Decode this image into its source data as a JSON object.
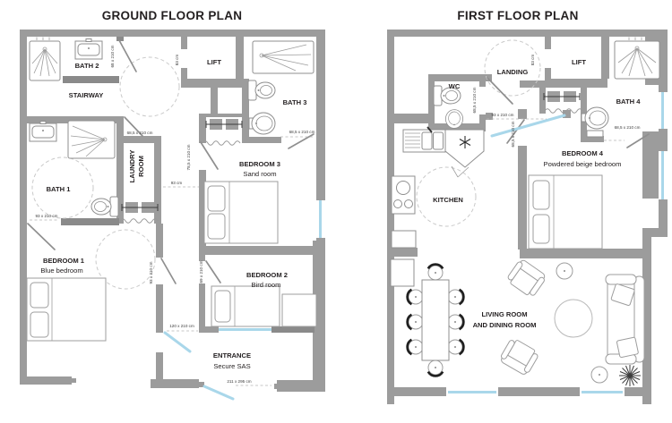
{
  "colors": {
    "wall": "#9c9c9c",
    "wall_dark": "#8a8a8a",
    "glazing_blue": "#a9d7ea",
    "text": "#231f20",
    "dashed_guide": "#c9c9c9"
  },
  "gf": {
    "title": "GROUND FLOOR PLAN",
    "rooms": {
      "bath2": "BATH 2",
      "stairway": "STAIRWAY",
      "lift": "LIFT",
      "bath3": "BATH 3",
      "bath1": "BATH 1",
      "laundry1": "LAUNDRY",
      "laundry2": "ROOM",
      "bedroom3": "BEDROOM 3",
      "bedroom3_sub": "Sand room",
      "bedroom1": "BEDROOM 1",
      "bedroom1_sub": "Blue bedroom",
      "bedroom2": "BEDROOM 2",
      "bedroom2_sub": "Bird room",
      "entrance": "ENTRANCE",
      "entrance_sub": "Secure SAS"
    },
    "dims": {
      "stair_door": "68 x 210 cm",
      "lift_opening": "83 cm",
      "laundry_door": "68,5 x 210 cm",
      "bedroom3_door": "78,5 x 210 cm",
      "hall_width": "93 cm",
      "bath3_door": "68,5 x 210 cm",
      "bath1_door": "93 x 210 cm",
      "bedroom1_door": "93 x 210 cm",
      "bedroom2_door": "69 x 210 cm",
      "sas_inner_door": "120 x 210 cm",
      "sas_outer_door": "211 x 295 cm"
    }
  },
  "ff": {
    "title": "FIRST FLOOR PLAN",
    "rooms": {
      "landing": "LANDING",
      "wc": "WC",
      "lift": "LIFT",
      "bath4": "BATH 4",
      "kitchen": "KITCHEN",
      "bedroom4": "BEDROOM 4",
      "bedroom4_sub": "Powdered beige bedroom",
      "living1": "LIVING ROOM",
      "living2": "AND DINING ROOM"
    },
    "dims": {
      "lift_opening": "83 cm",
      "wc_door": "68,5 x 210 cm",
      "hall_door": "93 x 210 cm",
      "bedroom4_door": "68,5 x 210 cm",
      "bath4_door": "68,5 x 210 cm"
    }
  }
}
